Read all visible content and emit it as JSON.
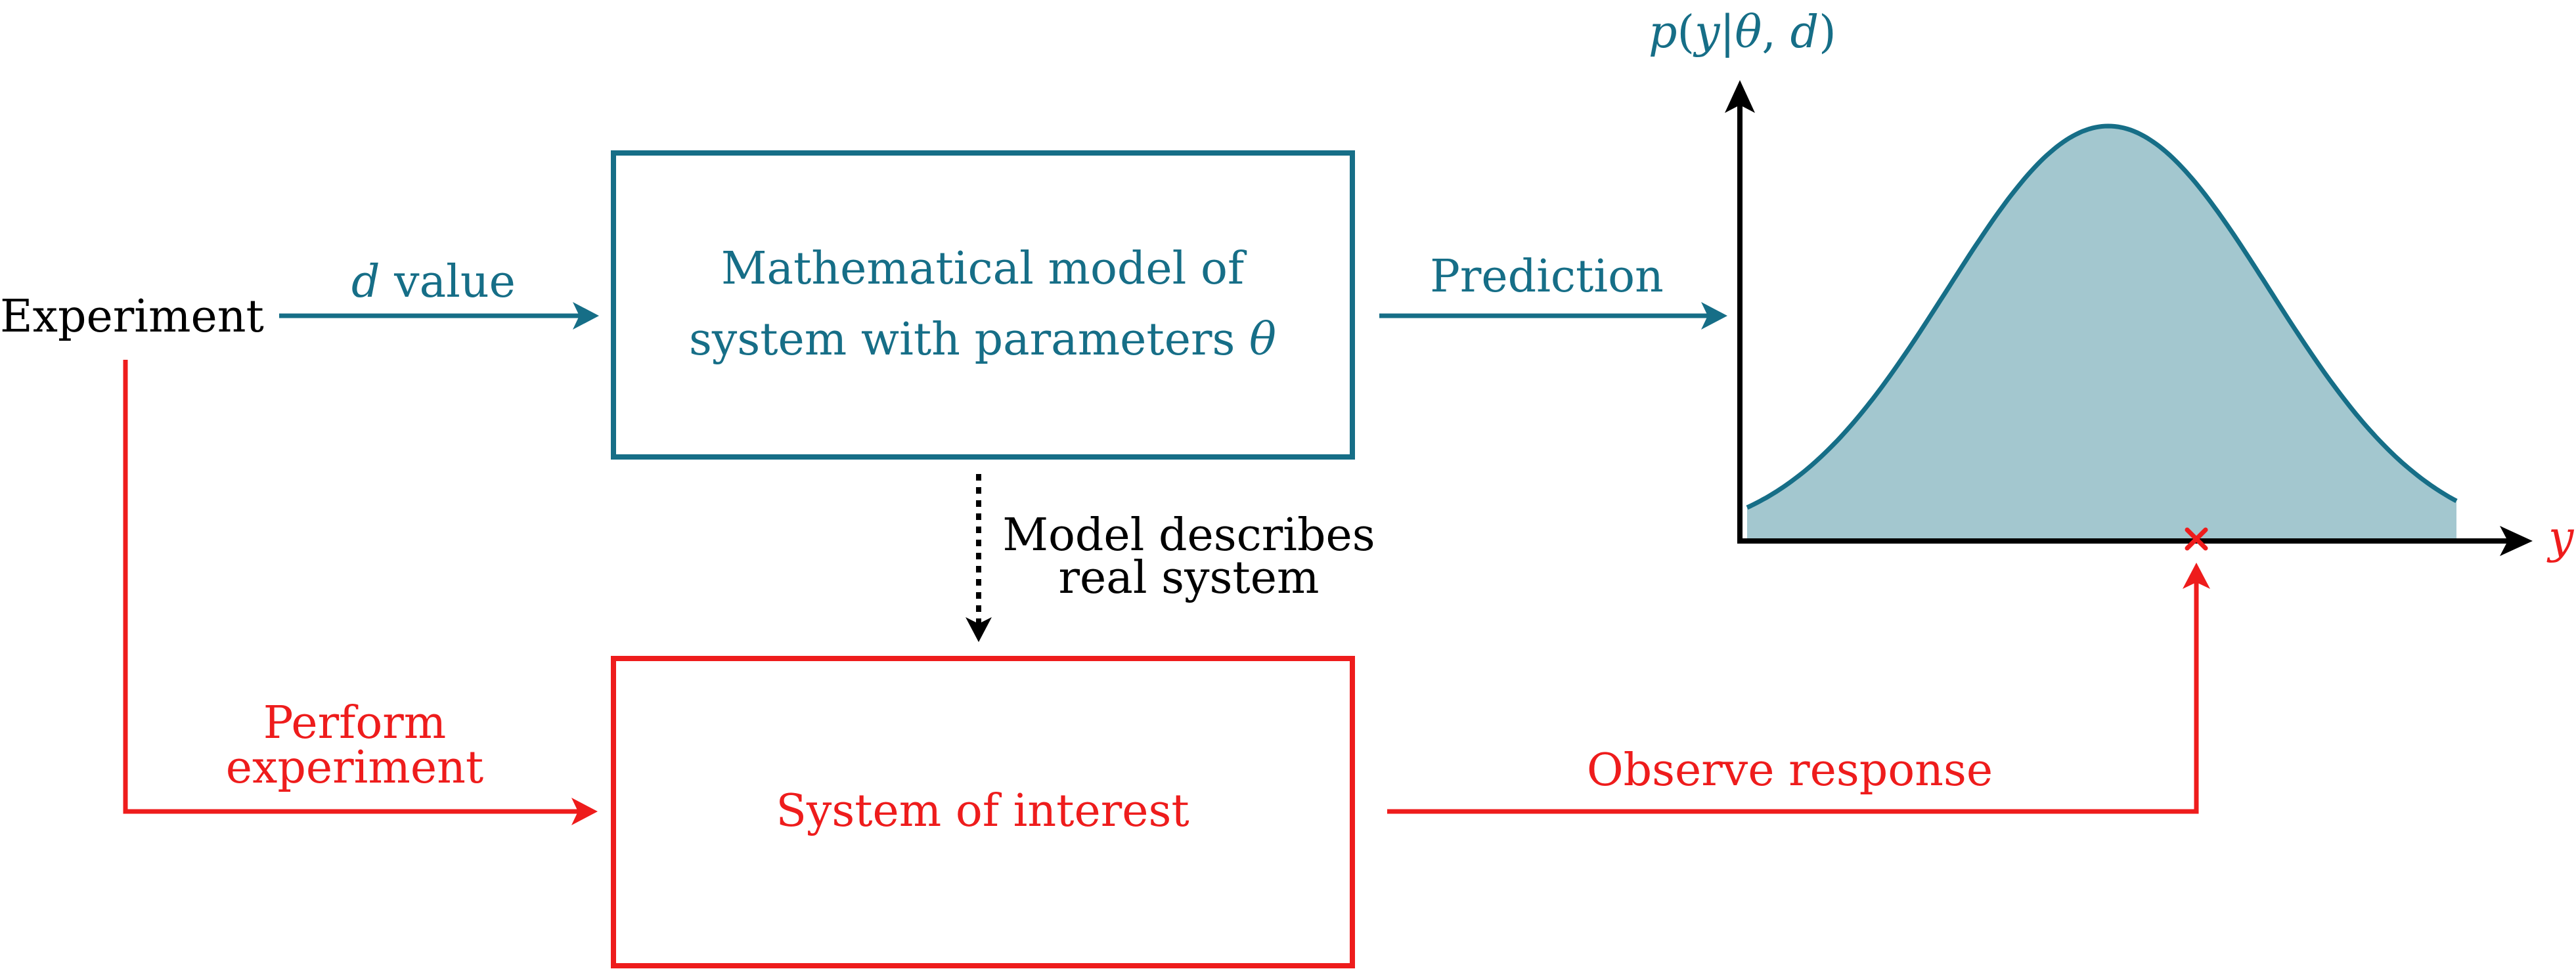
{
  "colors": {
    "teal": "#166e87",
    "teal_fill": "#a3c7cf",
    "red": "#ee1c1c",
    "black": "#000000"
  },
  "experiment_label": "Experiment",
  "d_value": {
    "var": "d",
    "text": "value"
  },
  "model_box": {
    "line1": "Mathematical model of",
    "line2_text": "system with parameters",
    "line2_symbol": "θ"
  },
  "prediction_label": "Prediction",
  "model_describes": {
    "line1": "Model describes",
    "line2": "real system"
  },
  "perform_experiment": {
    "line1": "Perform",
    "line2": "experiment"
  },
  "system_box_label": "System of interest",
  "observe_label": "Observe response",
  "plot": {
    "y_axis_label": {
      "p": "p",
      "open": "(",
      "y": "y",
      "bar": "|",
      "theta": "θ",
      "comma": ", ",
      "d": "d",
      "close": ")"
    },
    "x_axis_label": "y",
    "observation_marker": "x-mark"
  }
}
